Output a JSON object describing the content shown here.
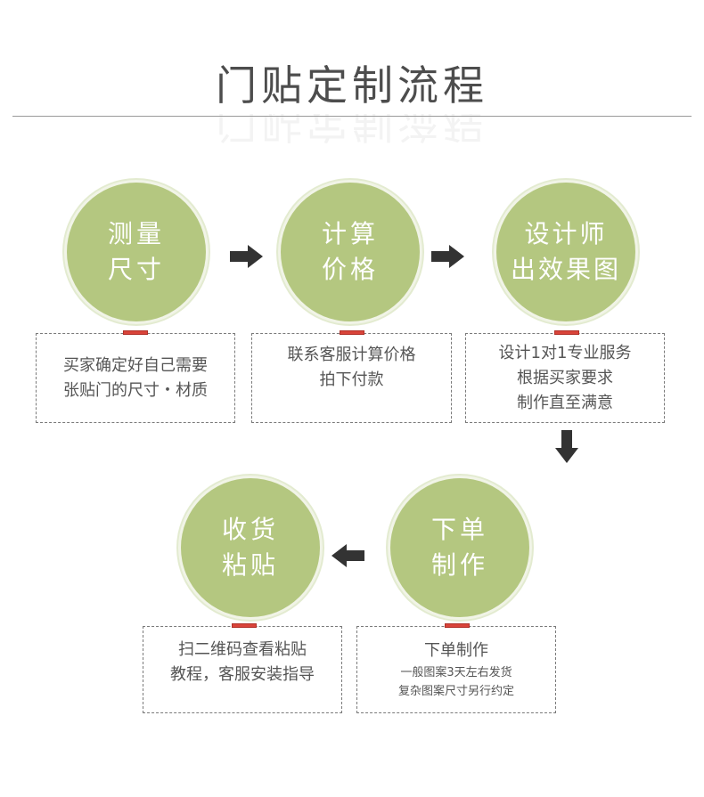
{
  "title": "门贴定制流程",
  "accent_color": "#b4c780",
  "tab_color": "#d9443a",
  "steps": [
    {
      "name": "measure",
      "circle": [
        "测量",
        "尺寸"
      ],
      "desc": [
        "买家确定好自己需要",
        "张贴门的尺寸・材质"
      ]
    },
    {
      "name": "price",
      "circle": [
        "计算",
        "价格"
      ],
      "desc": [
        "联系客服计算价格",
        "拍下付款"
      ]
    },
    {
      "name": "design",
      "circle": [
        "设计师",
        "出效果图"
      ],
      "desc": [
        "设计1对1专业服务",
        "根据买家要求",
        "制作直至满意"
      ]
    },
    {
      "name": "produce",
      "circle": [
        "下单",
        "制作"
      ],
      "desc_main": "下单制作",
      "desc_small": [
        "一般图案3天左右发货",
        "复杂图案尺寸另行约定"
      ]
    },
    {
      "name": "receive",
      "circle": [
        "收货",
        "粘贴"
      ],
      "desc": [
        "扫二维码查看粘贴",
        "教程，客服安装指导"
      ]
    }
  ]
}
